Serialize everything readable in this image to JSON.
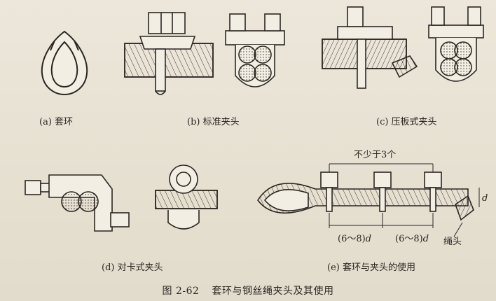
{
  "figure": {
    "number": "图 2-62",
    "title": "套环与钢丝绳夹头及其使用"
  },
  "panels": {
    "a": {
      "caption": "(a) 套环"
    },
    "b": {
      "caption": "(b) 标准夹头"
    },
    "c": {
      "caption": "(c) 压板式夹头"
    },
    "d": {
      "caption": "(d) 对卡式夹头"
    },
    "e": {
      "caption": "(e) 套环与夹头的使用",
      "min_count_label": "不少于3个",
      "spacing_1": "(6～8)",
      "spacing_2": "(6～8)",
      "spacing_unit": "d",
      "rope_end_label": "绳头",
      "diameter_label": "d"
    }
  }
}
